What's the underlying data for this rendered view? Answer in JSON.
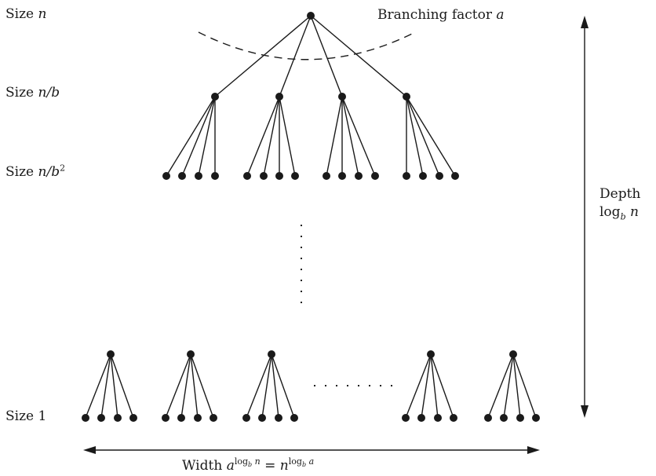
{
  "labels": {
    "levels": [
      {
        "prefix": "Size",
        "math": "n",
        "sup": ""
      },
      {
        "prefix": "Size",
        "math": "n/b",
        "sup": ""
      },
      {
        "prefix": "Size",
        "math": "n/b",
        "sup": "2"
      },
      {
        "prefix": "Size",
        "math": "",
        "plain": "1",
        "sup": ""
      }
    ],
    "branching": {
      "text": "Branching factor",
      "math": "a"
    },
    "depth": {
      "text": "Depth",
      "log": "log",
      "base": "b",
      "arg": "n"
    },
    "width": {
      "text": "Width",
      "lhs_base": "a",
      "lhs_exp_log": "log",
      "lhs_exp_sub": "b",
      "lhs_exp_arg": "n",
      "equals": "=",
      "rhs_base": "n",
      "rhs_exp_log": "log",
      "rhs_exp_sub": "b",
      "rhs_exp_arg": "a"
    }
  },
  "tree": {
    "branching_factor": 4,
    "top_level_children": 4,
    "bottom_visible_subtrees": 5,
    "omitted_marker": "ellipsis"
  },
  "colors": {
    "ink": "#1a1a1a",
    "background": "#ffffff"
  }
}
